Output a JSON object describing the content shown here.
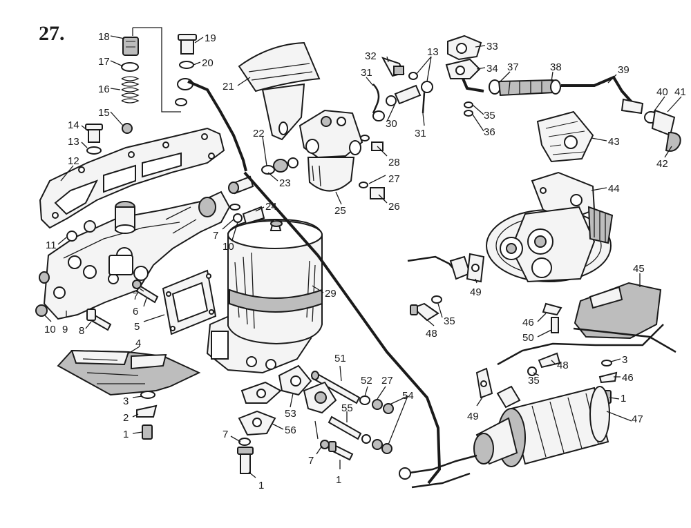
{
  "figure_number": "27.",
  "callouts": [
    {
      "id": "c18",
      "text": "18"
    },
    {
      "id": "c17",
      "text": "17"
    },
    {
      "id": "c16",
      "text": "16"
    },
    {
      "id": "c15",
      "text": "15"
    },
    {
      "id": "c14",
      "text": "14"
    },
    {
      "id": "c13a",
      "text": "13"
    },
    {
      "id": "c12",
      "text": "12"
    },
    {
      "id": "c11",
      "text": "11"
    },
    {
      "id": "c10a",
      "text": "10"
    },
    {
      "id": "c9",
      "text": "9"
    },
    {
      "id": "c8",
      "text": "8"
    },
    {
      "id": "c7a",
      "text": "7"
    },
    {
      "id": "c6",
      "text": "6"
    },
    {
      "id": "c5",
      "text": "5"
    },
    {
      "id": "c4",
      "text": "4"
    },
    {
      "id": "c3a",
      "text": "3"
    },
    {
      "id": "c2",
      "text": "2"
    },
    {
      "id": "c1a",
      "text": "1"
    },
    {
      "id": "c19",
      "text": "19"
    },
    {
      "id": "c20",
      "text": "20"
    },
    {
      "id": "c21",
      "text": "21"
    },
    {
      "id": "c22",
      "text": "22"
    },
    {
      "id": "c23",
      "text": "23"
    },
    {
      "id": "c24",
      "text": "24"
    },
    {
      "id": "c7b",
      "text": "7"
    },
    {
      "id": "c10b",
      "text": "10"
    },
    {
      "id": "c25",
      "text": "25"
    },
    {
      "id": "c26",
      "text": "26"
    },
    {
      "id": "c27a",
      "text": "27"
    },
    {
      "id": "c28",
      "text": "28"
    },
    {
      "id": "c29",
      "text": "29"
    },
    {
      "id": "c30",
      "text": "30"
    },
    {
      "id": "c31a",
      "text": "31"
    },
    {
      "id": "c31b",
      "text": "31"
    },
    {
      "id": "c32",
      "text": "32"
    },
    {
      "id": "c13b",
      "text": "13"
    },
    {
      "id": "c33",
      "text": "33"
    },
    {
      "id": "c34",
      "text": "34"
    },
    {
      "id": "c35a",
      "text": "35"
    },
    {
      "id": "c36",
      "text": "36"
    },
    {
      "id": "c37",
      "text": "37"
    },
    {
      "id": "c38",
      "text": "38"
    },
    {
      "id": "c39",
      "text": "39"
    },
    {
      "id": "c40",
      "text": "40"
    },
    {
      "id": "c41",
      "text": "41"
    },
    {
      "id": "c42",
      "text": "42"
    },
    {
      "id": "c43",
      "text": "43"
    },
    {
      "id": "c44",
      "text": "44"
    },
    {
      "id": "c45",
      "text": "45"
    },
    {
      "id": "c46a",
      "text": "46"
    },
    {
      "id": "c50",
      "text": "50"
    },
    {
      "id": "c48a",
      "text": "48"
    },
    {
      "id": "c35b",
      "text": "35"
    },
    {
      "id": "c49a",
      "text": "49"
    },
    {
      "id": "c35c",
      "text": "35"
    },
    {
      "id": "c48b",
      "text": "48"
    },
    {
      "id": "c3b",
      "text": "3"
    },
    {
      "id": "c46b",
      "text": "46"
    },
    {
      "id": "c1b",
      "text": "1"
    },
    {
      "id": "c47",
      "text": "47"
    },
    {
      "id": "c49b",
      "text": "49"
    },
    {
      "id": "c51",
      "text": "51"
    },
    {
      "id": "c52",
      "text": "52"
    },
    {
      "id": "c27b",
      "text": "27"
    },
    {
      "id": "c54",
      "text": "54"
    },
    {
      "id": "c53",
      "text": "53"
    },
    {
      "id": "c55",
      "text": "55"
    },
    {
      "id": "c56",
      "text": "56"
    },
    {
      "id": "c7c",
      "text": "7"
    },
    {
      "id": "c1c",
      "text": "1"
    },
    {
      "id": "c7d",
      "text": "7"
    },
    {
      "id": "c1d",
      "text": "1"
    }
  ]
}
